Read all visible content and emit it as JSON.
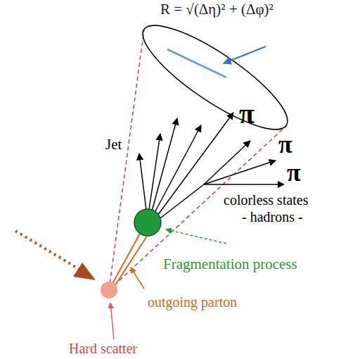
{
  "diagram": {
    "labels": [
      "R = √(Δη)² + (Δφ)²",
      "Jet",
      "π",
      "π",
      "π",
      "colorless states",
      "- hadrons -",
      "Fragmentation process",
      "outgoing parton",
      "Hard scatter"
    ]
  }
}
